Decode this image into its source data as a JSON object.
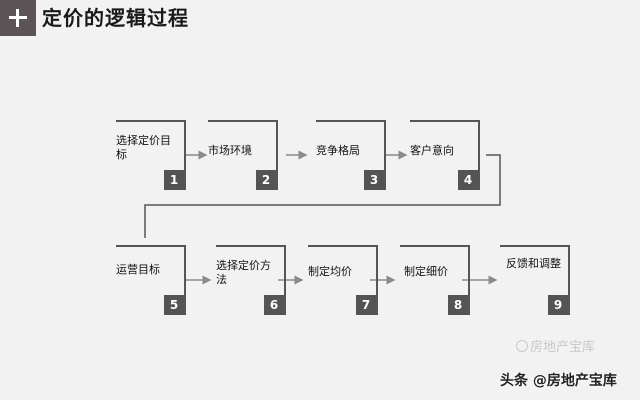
{
  "header": {
    "title": "定价的逻辑过程"
  },
  "steps": [
    {
      "label": "选择定价目标",
      "num": "1"
    },
    {
      "label": "市场环境",
      "num": "2"
    },
    {
      "label": "竞争格局",
      "num": "3"
    },
    {
      "label": "客户意向",
      "num": "4"
    },
    {
      "label": "运营目标",
      "num": "5"
    },
    {
      "label": "选择定价方法",
      "num": "6"
    },
    {
      "label": "制定均价",
      "num": "7"
    },
    {
      "label": "制定细价",
      "num": "8"
    },
    {
      "label": "反馈和调整",
      "num": "9"
    }
  ],
  "watermark": {
    "text": "房地产宝库"
  },
  "footer": {
    "credit": "头条 @房地产宝库"
  }
}
